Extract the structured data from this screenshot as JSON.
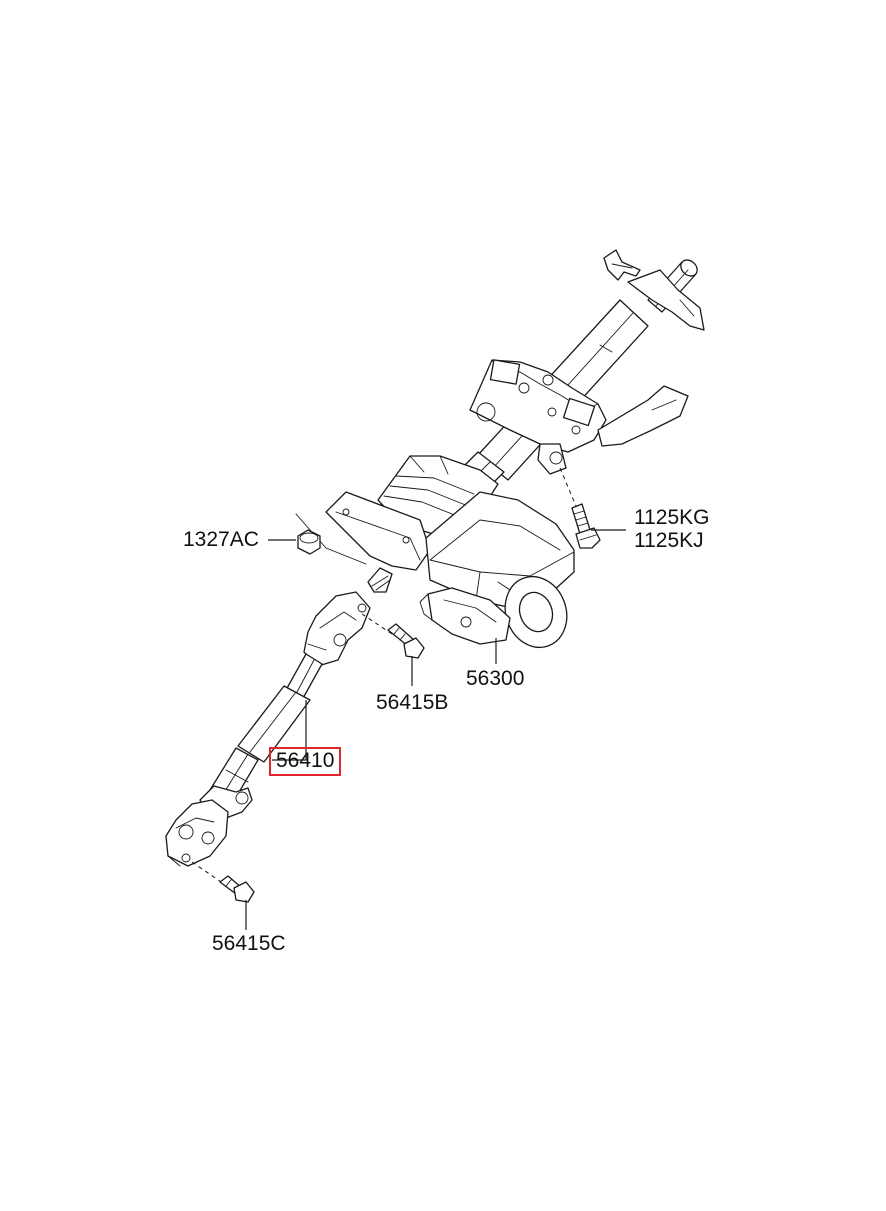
{
  "diagram": {
    "type": "exploded-parts-diagram",
    "subject": "steering-column-assembly",
    "highlight_color": "#e0262c",
    "parts": [
      {
        "id": "p1125",
        "labels": [
          "1125KG",
          "1125KJ"
        ],
        "highlighted": false
      },
      {
        "id": "p1327",
        "labels": [
          "1327AC"
        ],
        "highlighted": false
      },
      {
        "id": "p56300",
        "labels": [
          "56300"
        ],
        "highlighted": false
      },
      {
        "id": "p56415b",
        "labels": [
          "56415B"
        ],
        "highlighted": false
      },
      {
        "id": "p56410",
        "labels": [
          "56410"
        ],
        "highlighted": true
      },
      {
        "id": "p56415c",
        "labels": [
          "56415C"
        ],
        "highlighted": false
      }
    ]
  }
}
